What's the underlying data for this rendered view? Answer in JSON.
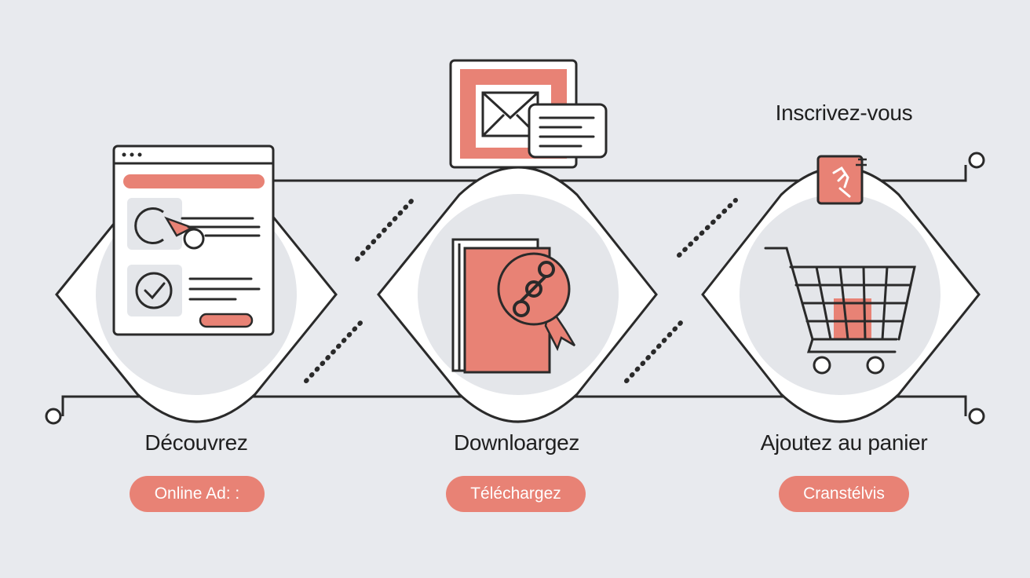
{
  "steps": [
    {
      "label": "Découvrez",
      "tag": "Online Ad: :",
      "icon": "browser-window-icon"
    },
    {
      "label": "Downloargez",
      "tag": "Téléchargez",
      "icon": "ebook-download-icon"
    },
    {
      "label": "Ajoutez au panier",
      "tag": "Cranstélvis",
      "icon": "shopping-cart-icon"
    }
  ],
  "top_label": "Inscrivez-vous",
  "email_icon": "email-card-icon",
  "signup_icon": "hand-tap-icon",
  "colors": {
    "accent": "#e88275",
    "background": "#e8eaee",
    "line": "#2a2a2a",
    "node_fill": "#ffffff",
    "node_inner": "#e4e6ea"
  }
}
